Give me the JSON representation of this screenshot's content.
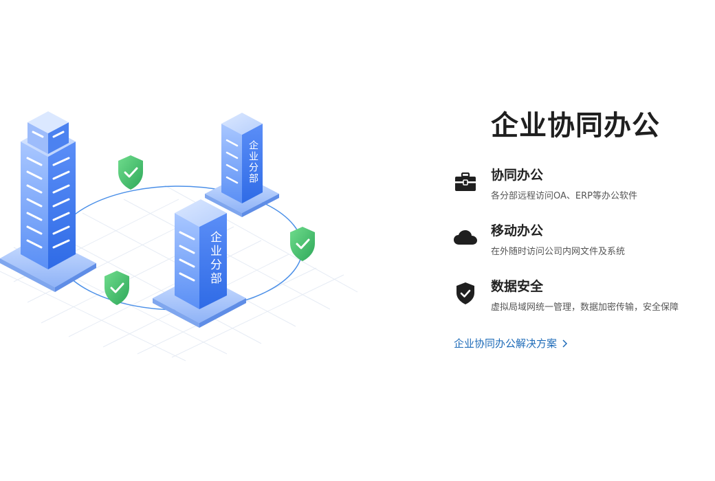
{
  "illustration": {
    "building_small_label": "企业分部",
    "building_front_label": "企业分部"
  },
  "main": {
    "title": "企业协同办公",
    "features": [
      {
        "icon": "briefcase-icon",
        "title": "协同办公",
        "desc": "各分部远程访问OA、ERP等办公软件"
      },
      {
        "icon": "cloud-icon",
        "title": "移动办公",
        "desc": "在外随时访问公司内网文件及系统"
      },
      {
        "icon": "shield-check-icon",
        "title": "数据安全",
        "desc": "虚拟局域网统一管理，数据加密传输，安全保障"
      }
    ],
    "link_label": "企业协同办公解决方案"
  },
  "colors": {
    "accent_link": "#1e6bb8",
    "building_blue": "#3f7df0",
    "shield_green": "#3fbf6a"
  }
}
